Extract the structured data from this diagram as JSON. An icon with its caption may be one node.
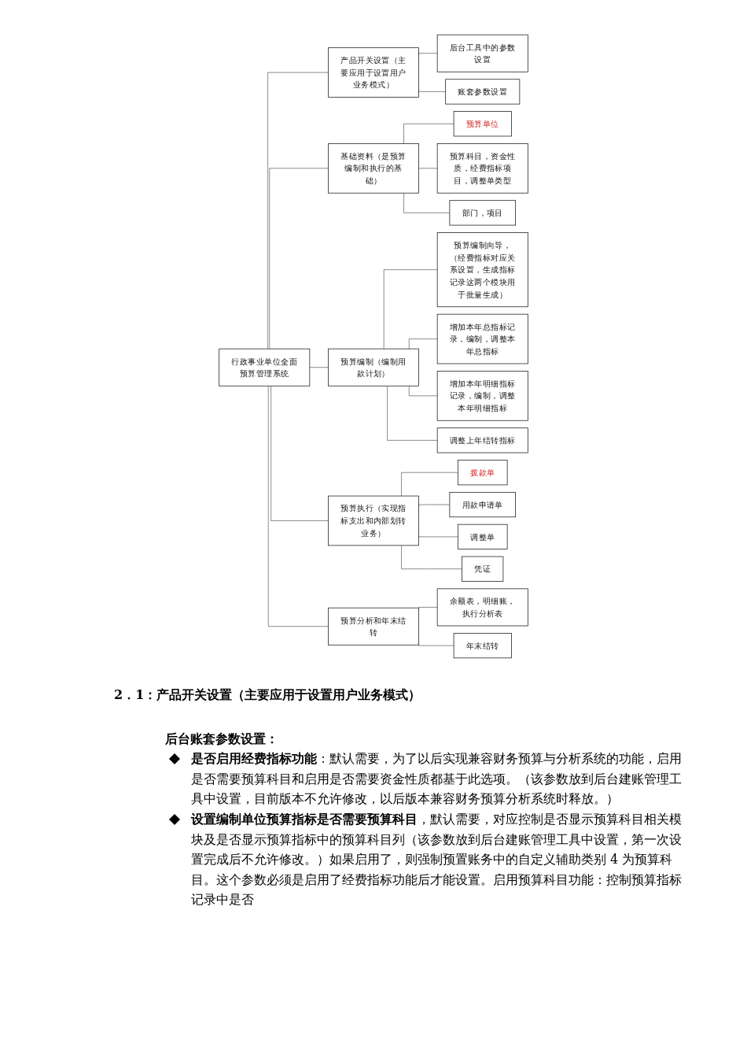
{
  "diagram": {
    "nodes": [
      {
        "text": [
          "行政事业单位全面预算管理系统"
        ]
      },
      {
        "text": [
          "产品开关设置（主要应用于设置用户业务模式）"
        ]
      },
      {
        "text": [
          "后台工具中的参数设置"
        ]
      },
      {
        "text": [
          "账套参数设置"
        ]
      },
      {
        "text": [
          "基础资料（是预算编制和执行的基础）"
        ]
      },
      {
        "text": [
          "预算单位"
        ]
      },
      {
        "text": [
          "预算科目，资金性质，经费指标项目，调整单类型"
        ]
      },
      {
        "text": [
          "部门，项目"
        ]
      },
      {
        "text": [
          "预算编制（编制用款计划）"
        ]
      },
      {
        "text": [
          "预算编制向导，（经费指标对应关系设置，生成指标记录这两个模块用于批量生成）"
        ]
      },
      {
        "text": [
          "增加本年总指标记录，编制，调整本年总指标"
        ]
      },
      {
        "text": [
          "增加本年明细指标记录，编制，调整本年明细指标"
        ]
      },
      {
        "text": [
          "调整上年结转指标"
        ]
      },
      {
        "text": [
          "预算执行（实现指标支出和内部划转业务）"
        ]
      },
      {
        "text": [
          "拨款单"
        ]
      },
      {
        "text": [
          "用款申请单"
        ]
      },
      {
        "text": [
          "调整单"
        ]
      },
      {
        "text": [
          "凭证"
        ]
      },
      {
        "text": [
          "预算分析和年末结转"
        ]
      },
      {
        "text": [
          "余额表，明细账，执行分析表"
        ]
      },
      {
        "text": [
          "年末结转"
        ]
      }
    ],
    "edges": [
      {
        "from": 0,
        "to": 1,
        "arrow": "none"
      },
      {
        "from": 0,
        "to": 4,
        "arrow": "none"
      },
      {
        "from": 0,
        "to": 8,
        "arrow": "none"
      },
      {
        "from": 0,
        "to": 13,
        "arrow": "none"
      },
      {
        "from": 0,
        "to": 18,
        "arrow": "none"
      },
      {
        "from": 1,
        "to": 2,
        "arrow": "none"
      },
      {
        "from": 1,
        "to": 3,
        "arrow": "none"
      },
      {
        "from": 4,
        "to": 5,
        "arrow": "none"
      },
      {
        "from": 4,
        "to": 6,
        "arrow": "none"
      },
      {
        "from": 4,
        "to": 7,
        "arrow": "none"
      },
      {
        "from": 8,
        "to": 9,
        "arrow": "none"
      },
      {
        "from": 8,
        "to": 10,
        "arrow": "none"
      },
      {
        "from": 8,
        "to": 11,
        "arrow": "none"
      },
      {
        "from": 8,
        "to": 12,
        "arrow": "none"
      },
      {
        "from": 13,
        "to": 14,
        "arrow": "none"
      },
      {
        "from": 13,
        "to": 15,
        "arrow": "none"
      },
      {
        "from": 13,
        "to": 16,
        "arrow": "none"
      },
      {
        "from": 13,
        "to": 17,
        "arrow": "none"
      },
      {
        "from": 18,
        "to": 19,
        "arrow": "none"
      },
      {
        "from": 18,
        "to": 20,
        "arrow": "none"
      }
    ],
    "labels": [
      "2．1：产品开关设置（主要应用于设置用户业务模式）",
      "后台账套参数设置：",
      "**是否启用经费指标功能**：默认需要，为了以后实现兼容财务预算与分析系统的功能，启用是否需要预算科目和启用是否需要资金性质都基于此选项。（该参数放到后台建账管理工具中设置，目前版本不允许修改，以后版本兼容财务预算分析系统时释放。）",
      "**设置编制单位预算指标是否需要预算科目**，默认需要，对应控制是否显示预算科目相关模块及是否显示预算指标中的预算科目列（该参数放到后台建账管理工具中设置，第一次设置完成后不允许修改。）如果启用了，则强制预置账务中的自定义辅助类别 4 为预算科目。这个参数必须是启用了经费指标功能后才能设置。启用预算科目功能：控制预算指标记录中是否"
    ]
  }
}
